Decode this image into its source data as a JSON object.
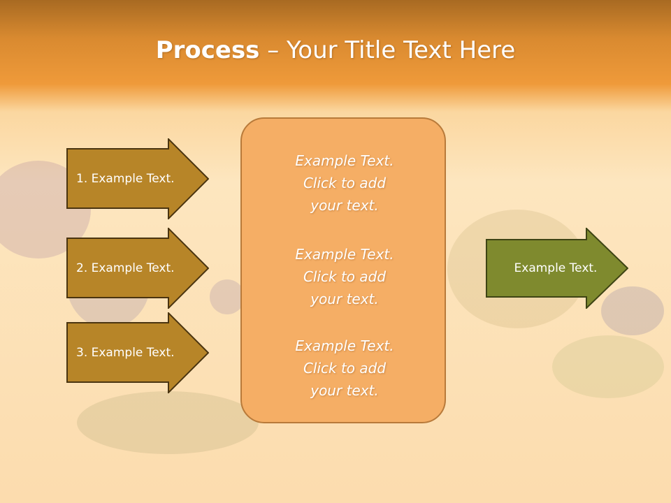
{
  "slide": {
    "title_bold": "Process",
    "title_rest": " – Your Title Text Here"
  },
  "left_arrows": [
    {
      "label": "1. Example Text."
    },
    {
      "label": "2. Example Text."
    },
    {
      "label": "3. Example Text."
    }
  ],
  "center_box": {
    "blocks": [
      {
        "lines": [
          "Example Text.",
          "Click  to add",
          "your text."
        ]
      },
      {
        "lines": [
          "Example Text.",
          "Click  to add",
          "your text."
        ]
      },
      {
        "lines": [
          "Example Text.",
          "Click  to add",
          "your text."
        ]
      }
    ]
  },
  "right_arrow": {
    "label": "Example Text."
  },
  "colors": {
    "arrow_fill": "#b78528",
    "arrow_stroke": "#4a3410",
    "right_arrow_fill": "#7f8a2e",
    "box_fill": "#f5ae65",
    "box_border": "#b87a3a",
    "header": "#ef9a3a"
  }
}
